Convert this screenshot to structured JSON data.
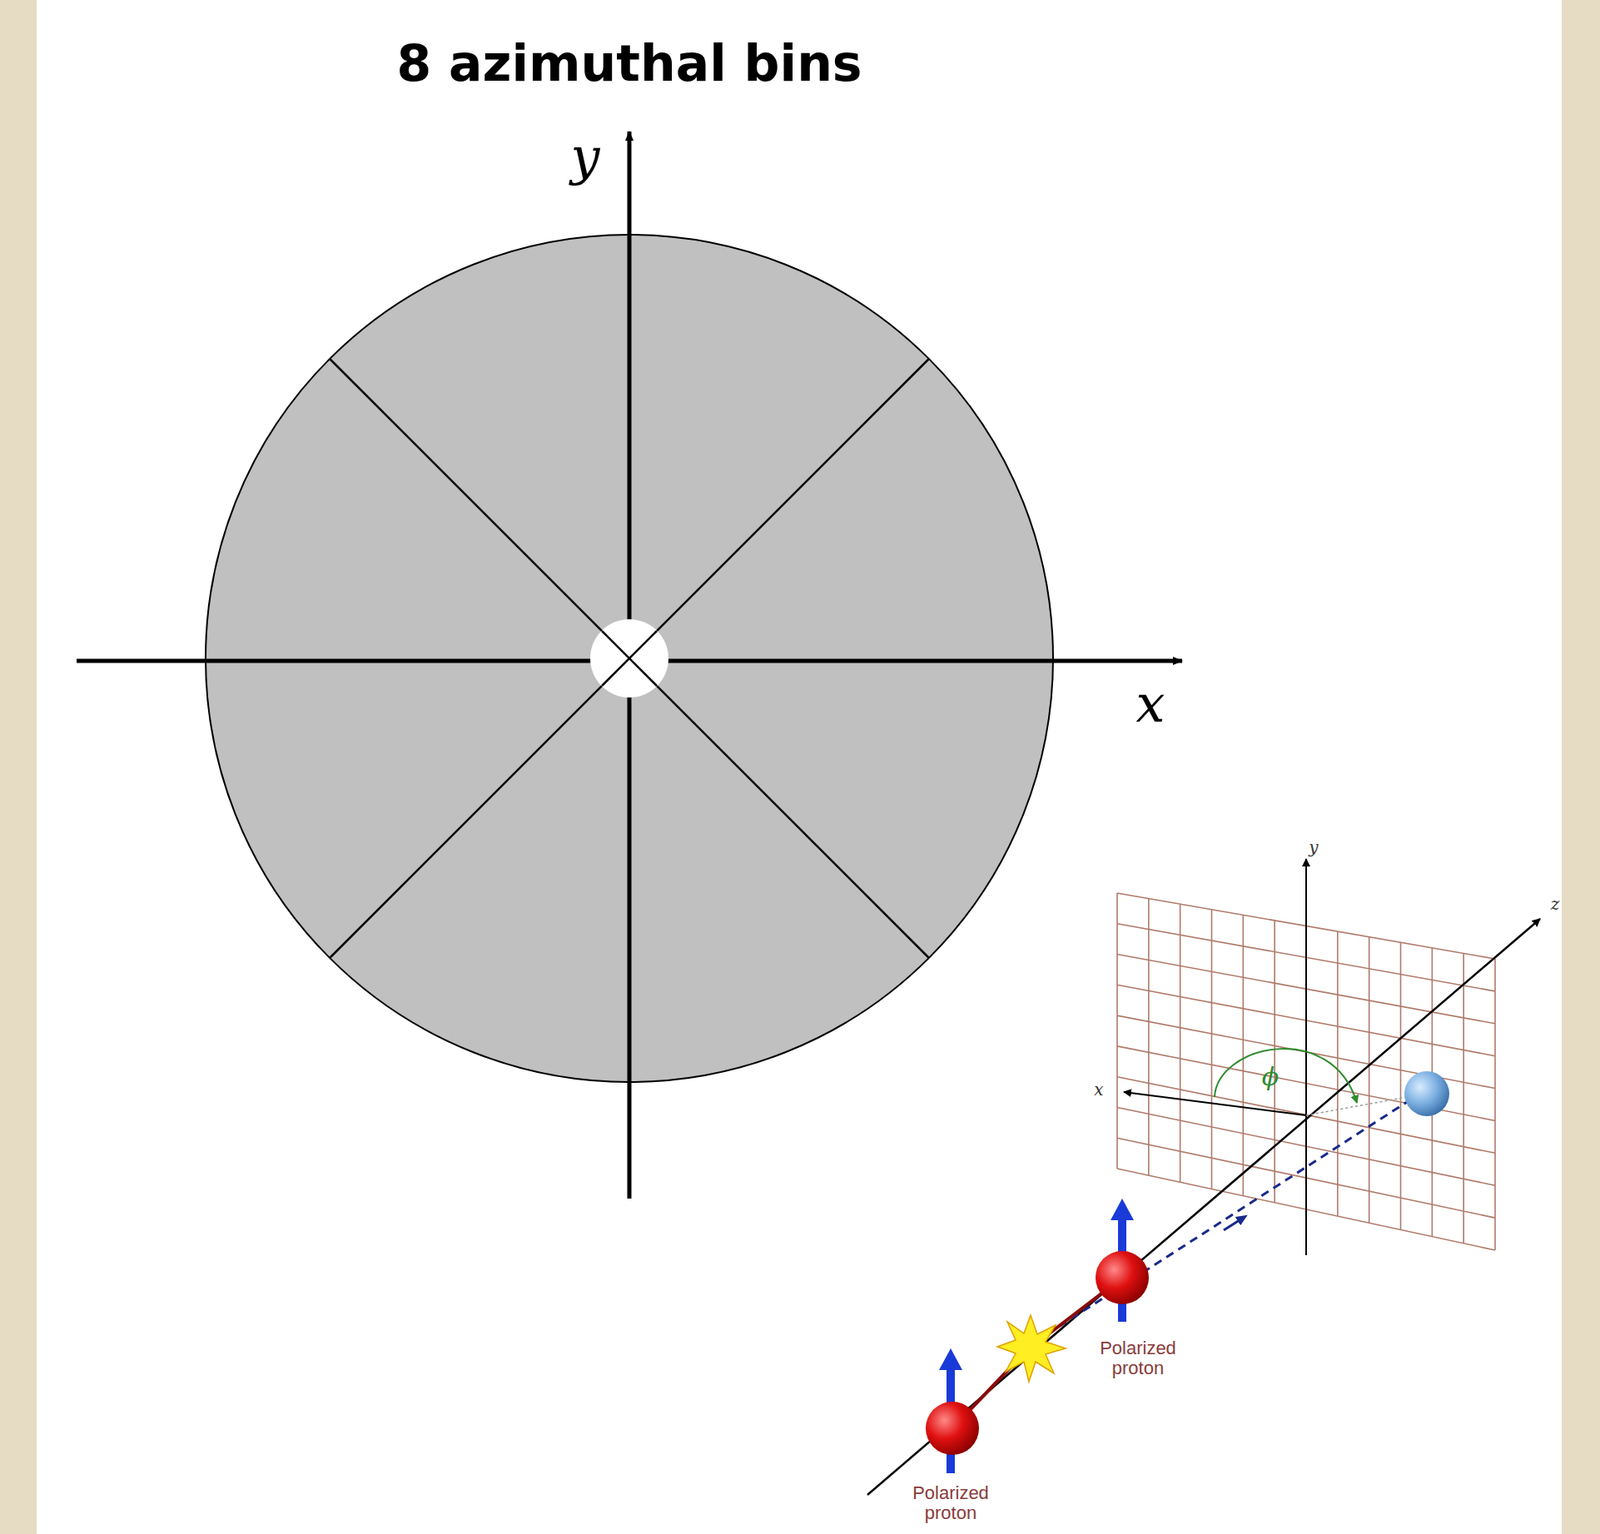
{
  "diagram": {
    "title": "8 azimuthal bins",
    "labels": [
      "y",
      "x",
      "y",
      "x",
      "z",
      "ϕ",
      "Polarized proton",
      "Polarized proton"
    ]
  }
}
